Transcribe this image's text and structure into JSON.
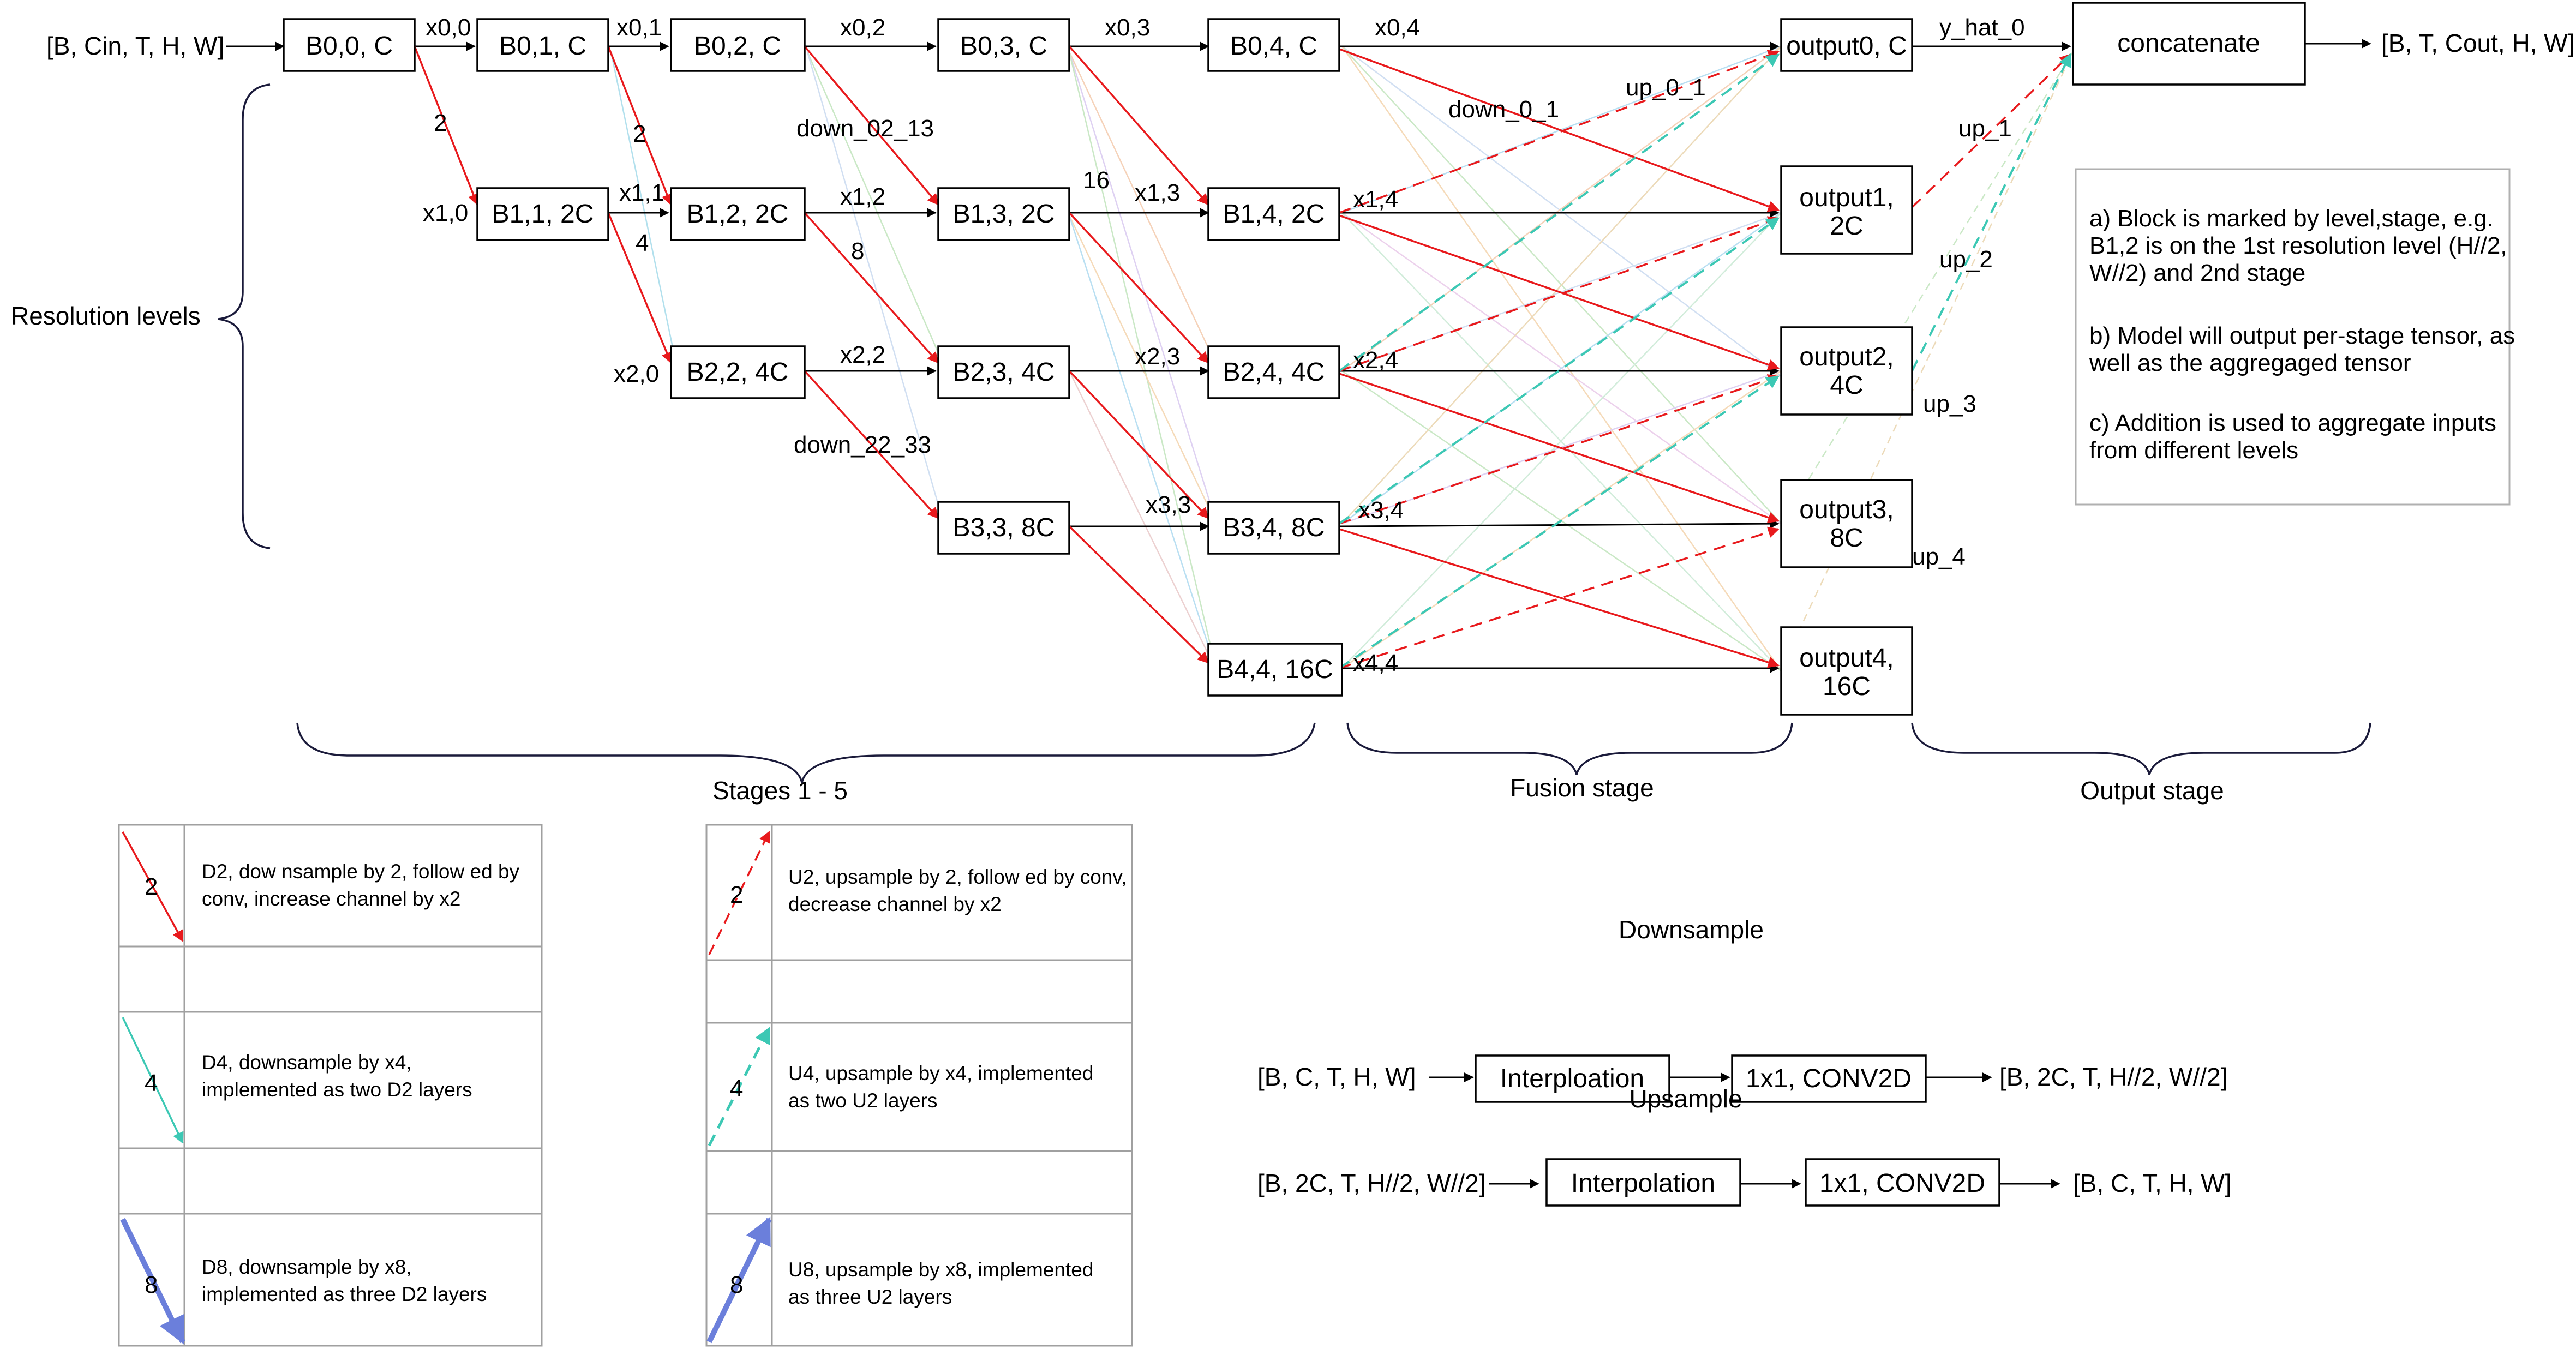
{
  "diagram": {
    "input_label": "[B, Cin, T, H, W]",
    "output_label": "[B, T, Cout, H, W]",
    "resolution_levels": "Resolution levels",
    "stage_captions": {
      "stages": "Stages 1 - 5",
      "fusion": "Fusion stage",
      "output": "Output stage"
    },
    "blocks": {
      "b00": "B0,0, C",
      "b01": "B0,1, C",
      "b02": "B0,2, C",
      "b03": "B0,3, C",
      "b04": "B0,4, C",
      "b11": "B1,1, 2C",
      "b12": "B1,2, 2C",
      "b13": "B1,3, 2C",
      "b14": "B1,4, 2C",
      "b22": "B2,2, 4C",
      "b23": "B2,3, 4C",
      "b24": "B2,4, 4C",
      "b33": "B3,3, 8C",
      "b34": "B3,4, 8C",
      "b44": "B4,4, 16C",
      "out0": "output0, C",
      "out1_a": "output1,",
      "out1_b": "2C",
      "out2_a": "output2,",
      "out2_b": "4C",
      "out3_a": "output3,",
      "out3_b": "8C",
      "out4_a": "output4,",
      "out4_b": "16C",
      "concat": "concatenate"
    },
    "edge_labels": {
      "x00": "x0,0",
      "x01": "x0,1",
      "x02": "x0,2",
      "x03": "x0,3",
      "x04": "x0,4",
      "x10": "x1,0",
      "x11": "x1,1",
      "x12": "x1,2",
      "x13": "x1,3",
      "x14": "x1,4",
      "x20": "x2,0",
      "x22": "x2,2",
      "x23": "x2,3",
      "x24": "x2,4",
      "x33": "x3,3",
      "x34": "x3,4",
      "x44": "x4,4",
      "d2": "2",
      "d2b": "2",
      "d4": "4",
      "d8": "8",
      "d16": "16",
      "down_02_13": "down_02_13",
      "down_22_33": "down_22_33",
      "down_0_1": "down_0_1",
      "up_0_1": "up_0_1",
      "y_hat_0": "y_hat_0",
      "up_1": "up_1",
      "up_2": "up_2",
      "up_3": "up_3",
      "up_4": "up_4"
    },
    "notes": {
      "a1": "a) Block is marked by level,stage, e.g.",
      "a2": "B1,2 is on the 1st resolution level (H//2,",
      "a3": "W//2) and 2nd stage",
      "b1": "b) Model will output per-stage tensor, as",
      "b2": "well as the aggregaged tensor",
      "c1": "c) Addition is used to aggregate inputs",
      "c2": "from different levels"
    },
    "legend": {
      "d2_num": "2",
      "d2_a": "D2, dow nsample by 2, follow ed by",
      "d2_b": "conv, increase channel by x2",
      "d4_num": "4",
      "d4_a": "D4, downsample by x4,",
      "d4_b": "implemented as two D2 layers",
      "d8_num": "8",
      "d8_a": "D8, downsample by x8,",
      "d8_b": "implemented as three D2 layers",
      "u2_num": "2",
      "u2_a": "U2, upsample by 2, follow ed by conv,",
      "u2_b": "decrease channel by x2",
      "u4_num": "4",
      "u4_a": "U4, upsample by x4, implemented",
      "u4_b": "as two U2 layers",
      "u8_num": "8",
      "u8_a": "U8, upsample by x8, implemented",
      "u8_b": "as three U2 layers"
    },
    "downsample": {
      "title": "Downsample",
      "input": "[B, C, T, H, W]",
      "interp": "Interploation",
      "conv": "1x1, CONV2D",
      "output": "[B, 2C, T, H//2, W//2]"
    },
    "upsample": {
      "title": "Upsample",
      "input": "[B, 2C, T, H//2, W//2]",
      "interp": "Interpolation",
      "conv": "1x1, CONV2D",
      "output": "[B, C, T, H, W]"
    },
    "colors": {
      "down": "#e8191c",
      "up4": "#3cc8b4",
      "d8": "#6b7fdb",
      "faint": "#bcd7f0",
      "ink": "#000000"
    }
  }
}
